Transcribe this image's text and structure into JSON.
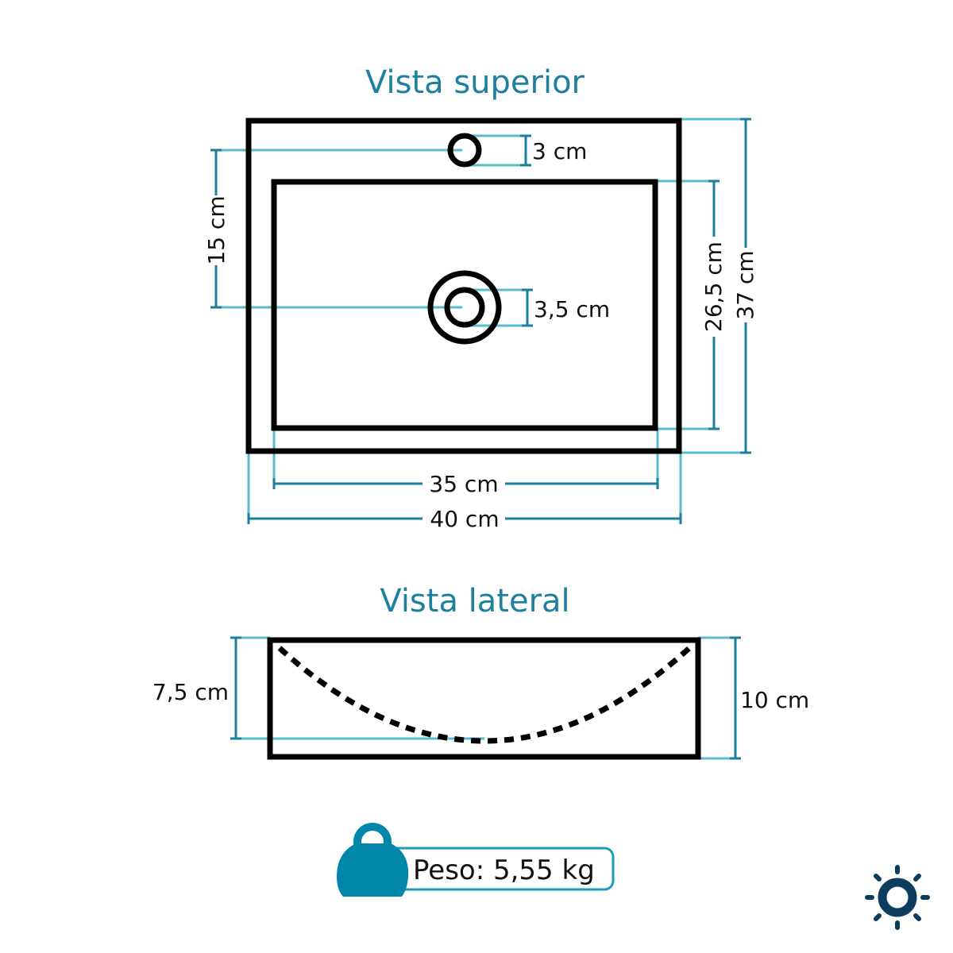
{
  "titles": {
    "top": "Vista superior",
    "side": "Vista lateral"
  },
  "dimensions": {
    "faucet_hole": "3 cm",
    "hole_offset": "15 cm",
    "drain": "3,5 cm",
    "inner_depth": "26,5 cm",
    "outer_depth": "37 cm",
    "inner_width": "35 cm",
    "outer_width": "40 cm",
    "basin_depth": "7,5 cm",
    "total_height": "10 cm"
  },
  "weight": {
    "label": "Peso: 5,55 kg",
    "icon": "weight-icon"
  },
  "badge": {
    "icon": "sun-icon"
  },
  "colors": {
    "title": "#1e7f9e",
    "dimension_line": "#1a7f9c",
    "extension_line": "#59bccb",
    "weight_icon": "#0086a8",
    "sun_icon": "#0c3c5e"
  }
}
